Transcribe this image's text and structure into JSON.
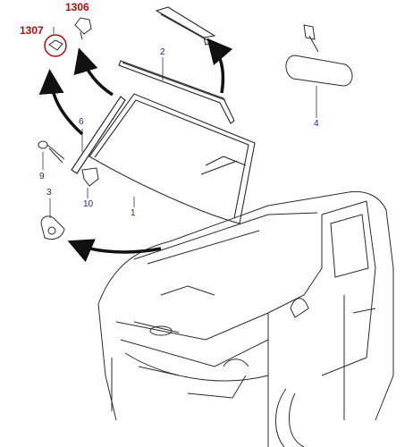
{
  "diagram": {
    "callouts": {
      "c1306": "1306",
      "c1307": "1307",
      "c2": "2",
      "c6": "6",
      "c9": "9",
      "c10": "10",
      "c3": "3",
      "c1": "1",
      "c4": "4"
    },
    "colors": {
      "line": "#2b2b2b",
      "callout": "#1a2a8a",
      "highlight": "#b00d0d"
    }
  }
}
